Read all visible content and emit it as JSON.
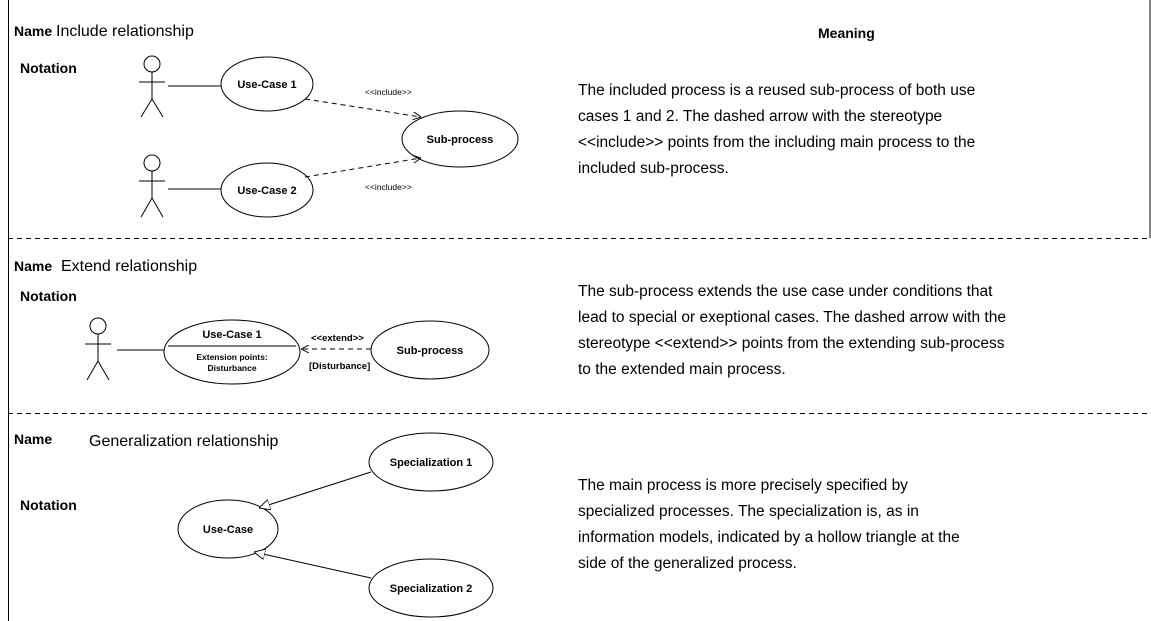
{
  "labels": {
    "name": "Name",
    "notation": "Notation",
    "meaning_header": "Meaning"
  },
  "include": {
    "name": "Include relationship",
    "use_case_1": "Use-Case 1",
    "use_case_2": "Use-Case 2",
    "sub_process": "Sub-process",
    "stereotype": "<<include>>",
    "meaning_lines": [
      "The included process is a reused sub-process of both use",
      "cases 1 and 2.  The dashed arrow with the stereotype",
      "<<include>> points from the including main process to the",
      "included sub-process."
    ]
  },
  "extend": {
    "name": "Extend relationship",
    "use_case_1": "Use-Case 1",
    "extension_points": "Extension points:",
    "extension_value": "Disturbance",
    "sub_process": "Sub-process",
    "stereotype": "<<extend>>",
    "condition": "[Disturbance]",
    "meaning_lines": [
      "The sub-process extends the use case under conditions that",
      "lead to special or exeptional cases. The dashed arrow with the",
      "stereotype <<extend>> points from the extending sub-process",
      "to the extended main process."
    ]
  },
  "generalization": {
    "name": "Generalization relationship",
    "use_case": "Use-Case",
    "specialization_1": "Specialization 1",
    "specialization_2": "Specialization 2",
    "meaning_lines": [
      "The main process is more precisely specified by",
      "specialized processes. The specialization is, as in",
      "information models, indicated by a hollow triangle at the",
      "side of the generalized process."
    ]
  }
}
